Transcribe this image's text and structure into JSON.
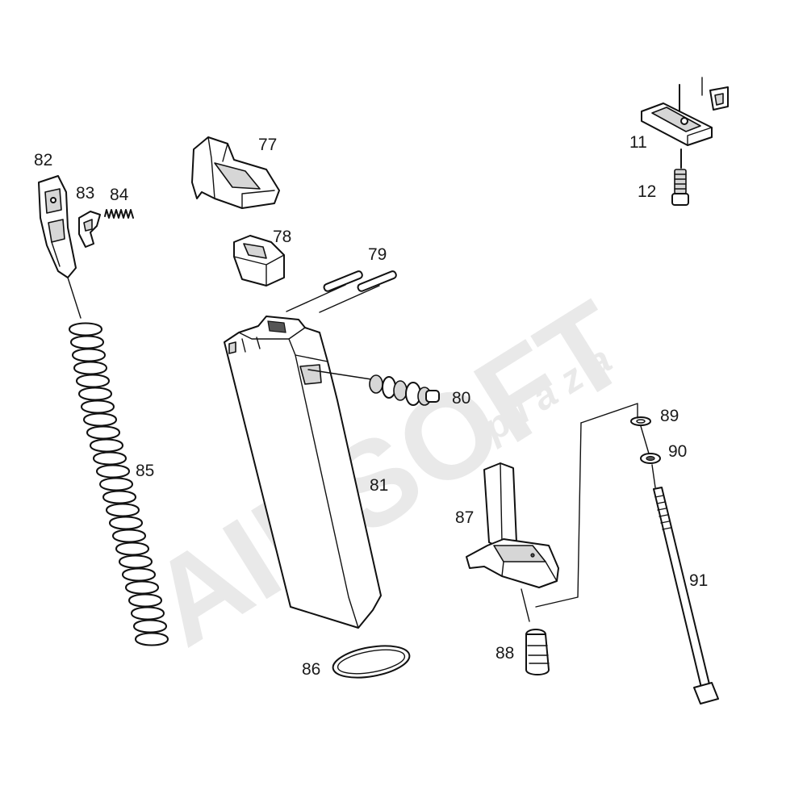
{
  "watermark": {
    "brand": "AIRSOFT",
    "sub": "pláza"
  },
  "parts": {
    "p11": "11",
    "p12": "12",
    "p77": "77",
    "p78": "78",
    "p79": "79",
    "p80": "80",
    "p81": "81",
    "p82": "82",
    "p83": "83",
    "p84": "84",
    "p85": "85",
    "p86": "86",
    "p87": "87",
    "p88": "88",
    "p89": "89",
    "p90": "90",
    "p91": "91"
  }
}
